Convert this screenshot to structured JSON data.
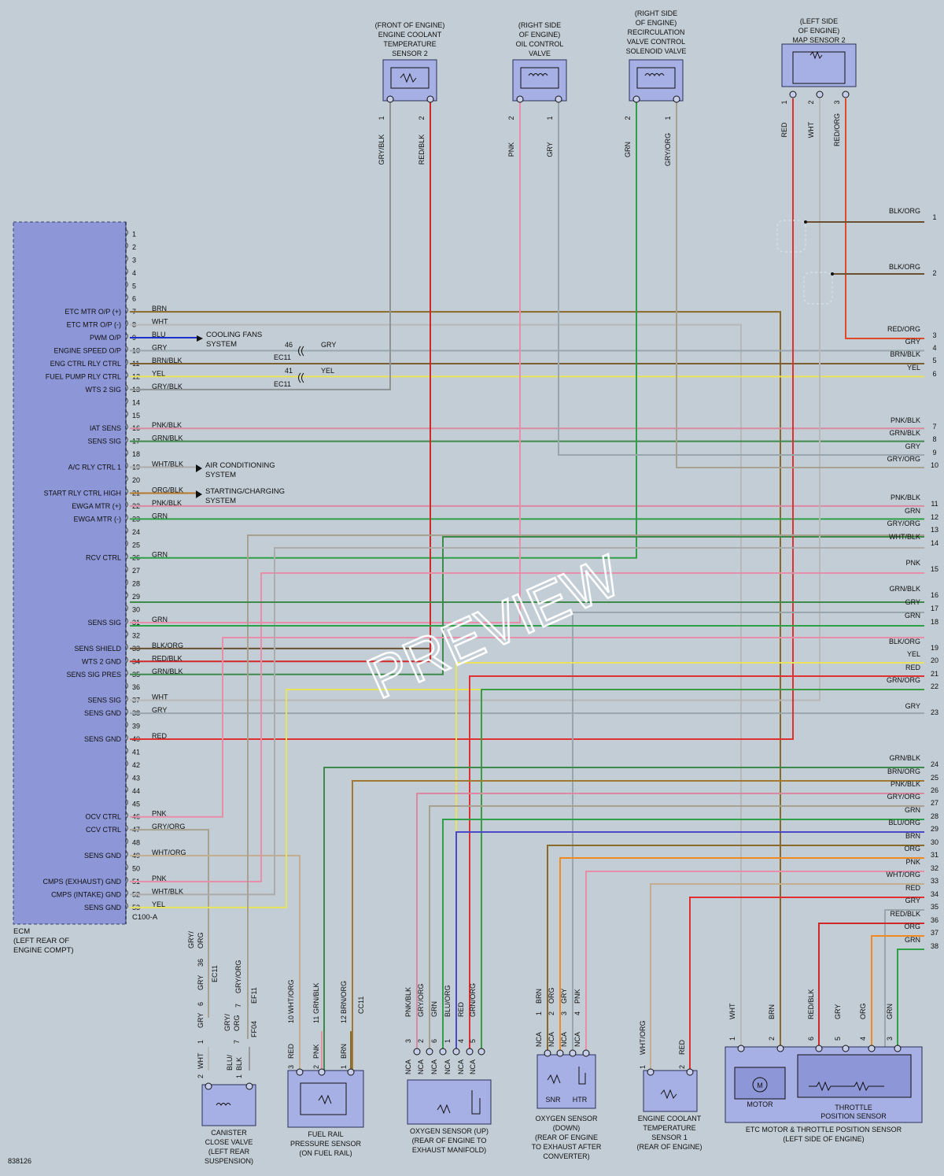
{
  "ecm": {
    "labels": [
      {
        "pin": 7,
        "name": "ETC MTR O/P (+)"
      },
      {
        "pin": 8,
        "name": "ETC MTR O/P (-)"
      },
      {
        "pin": 9,
        "name": "PWM O/P"
      },
      {
        "pin": 10,
        "name": "ENGINE SPEED O/P"
      },
      {
        "pin": 11,
        "name": "ENG CTRL RLY CTRL"
      },
      {
        "pin": 12,
        "name": "FUEL PUMP RLY CTRL"
      },
      {
        "pin": 13,
        "name": "WTS 2 SIG"
      },
      {
        "pin": 16,
        "name": "IAT SENS"
      },
      {
        "pin": 17,
        "name": "SENS SIG"
      },
      {
        "pin": 19,
        "name": "A/C RLY CTRL 1"
      },
      {
        "pin": 21,
        "name": "START RLY CTRL HIGH"
      },
      {
        "pin": 22,
        "name": "EWGA MTR (+)"
      },
      {
        "pin": 23,
        "name": "EWGA MTR (-)"
      },
      {
        "pin": 26,
        "name": "RCV CTRL"
      },
      {
        "pin": 31,
        "name": "SENS SIG"
      },
      {
        "pin": 33,
        "name": "SENS SHIELD"
      },
      {
        "pin": 34,
        "name": "WTS 2 GND"
      },
      {
        "pin": 35,
        "name": "SENS SIG PRES"
      },
      {
        "pin": 37,
        "name": "SENS SIG"
      },
      {
        "pin": 38,
        "name": "SENS GND"
      },
      {
        "pin": 40,
        "name": "SENS GND"
      },
      {
        "pin": 46,
        "name": "OCV CTRL"
      },
      {
        "pin": 47,
        "name": "CCV CTRL"
      },
      {
        "pin": 49,
        "name": "SENS GND"
      },
      {
        "pin": 51,
        "name": "CMPS (EXHAUST) GND"
      },
      {
        "pin": 52,
        "name": "CMPS (INTAKE) GND"
      },
      {
        "pin": 53,
        "name": "SENS GND"
      }
    ],
    "wires": [
      {
        "pin": 7,
        "color": "BRN"
      },
      {
        "pin": 8,
        "color": "WHT"
      },
      {
        "pin": 9,
        "color": "BLU"
      },
      {
        "pin": 10,
        "color": "GRY"
      },
      {
        "pin": 11,
        "color": "BRN/BLK"
      },
      {
        "pin": 12,
        "color": "YEL"
      },
      {
        "pin": 13,
        "color": "GRY/BLK"
      },
      {
        "pin": 16,
        "color": "PNK/BLK"
      },
      {
        "pin": 17,
        "color": "GRN/BLK"
      },
      {
        "pin": 19,
        "color": "WHT/BLK"
      },
      {
        "pin": 21,
        "color": "ORG/BLK"
      },
      {
        "pin": 22,
        "color": "PNK/BLK"
      },
      {
        "pin": 23,
        "color": "GRN"
      },
      {
        "pin": 26,
        "color": "GRN"
      },
      {
        "pin": 31,
        "color": "GRN"
      },
      {
        "pin": 33,
        "color": "BLK/ORG"
      },
      {
        "pin": 34,
        "color": "RED/BLK"
      },
      {
        "pin": 35,
        "color": "GRN/BLK"
      },
      {
        "pin": 37,
        "color": "WHT"
      },
      {
        "pin": 38,
        "color": "GRY"
      },
      {
        "pin": 40,
        "color": "RED"
      },
      {
        "pin": 46,
        "color": "PNK"
      },
      {
        "pin": 47,
        "color": "GRY/ORG"
      },
      {
        "pin": 49,
        "color": "WHT/ORG"
      },
      {
        "pin": 51,
        "color": "PNK"
      },
      {
        "pin": 52,
        "color": "WHT/BLK"
      },
      {
        "pin": 53,
        "color": "YEL"
      }
    ],
    "connector": "C100-A",
    "caption": [
      "ECM",
      "(LEFT REAR OF",
      "ENGINE COMPT)"
    ]
  },
  "systems": {
    "cooling": [
      "COOLING FANS",
      "SYSTEM"
    ],
    "ac": [
      "AIR CONDITIONING",
      "SYSTEM"
    ],
    "starting": [
      "STARTING/CHARGING",
      "SYSTEM"
    ]
  },
  "inline": {
    "ec11_a": {
      "pin": "46",
      "conn": "EC11",
      "color": "GRY"
    },
    "ec11_b": {
      "pin": "41",
      "conn": "EC11",
      "color": "YEL"
    }
  },
  "right_pins": [
    {
      "n": "1",
      "c": "BLK/ORG"
    },
    {
      "n": "2",
      "c": "BLK/ORG"
    },
    {
      "n": "3",
      "c": "RED/ORG"
    },
    {
      "n": "4",
      "c": "GRY"
    },
    {
      "n": "5",
      "c": "BRN/BLK"
    },
    {
      "n": "6",
      "c": "YEL"
    },
    {
      "n": "7",
      "c": "PNK/BLK"
    },
    {
      "n": "8",
      "c": "GRN/BLK"
    },
    {
      "n": "9",
      "c": "GRY"
    },
    {
      "n": "10",
      "c": "GRY/ORG"
    },
    {
      "n": "11",
      "c": "PNK/BLK"
    },
    {
      "n": "12",
      "c": "GRN"
    },
    {
      "n": "13",
      "c": "GRY/ORG"
    },
    {
      "n": "14",
      "c": "WHT/BLK"
    },
    {
      "n": "15",
      "c": "PNK"
    },
    {
      "n": "16",
      "c": "GRN/BLK"
    },
    {
      "n": "17",
      "c": "GRY"
    },
    {
      "n": "18",
      "c": "GRN"
    },
    {
      "n": "19",
      "c": "BLK/ORG"
    },
    {
      "n": "20",
      "c": "YEL"
    },
    {
      "n": "21",
      "c": "RED"
    },
    {
      "n": "22",
      "c": "GRN/ORG"
    },
    {
      "n": "23",
      "c": "GRY"
    },
    {
      "n": "24",
      "c": "GRN/BLK"
    },
    {
      "n": "25",
      "c": "BRN/ORG"
    },
    {
      "n": "26",
      "c": "PNK/BLK"
    },
    {
      "n": "27",
      "c": "GRY/ORG"
    },
    {
      "n": "28",
      "c": "GRN"
    },
    {
      "n": "29",
      "c": "BLU/ORG"
    },
    {
      "n": "30",
      "c": "BRN"
    },
    {
      "n": "31",
      "c": "ORG"
    },
    {
      "n": "32",
      "c": "PNK"
    },
    {
      "n": "33",
      "c": "WHT/ORG"
    },
    {
      "n": "34",
      "c": "RED"
    },
    {
      "n": "35",
      "c": "GRY"
    },
    {
      "n": "36",
      "c": "RED/BLK"
    },
    {
      "n": "37",
      "c": "ORG"
    },
    {
      "n": "38",
      "c": "GRN"
    }
  ],
  "top_components": {
    "ect2": {
      "caption": [
        "(FRONT OF ENGINE)",
        "ENGINE COOLANT",
        "TEMPERATURE",
        "SENSOR 2"
      ],
      "pins": [
        "1",
        "2"
      ],
      "wires": [
        "GRY/BLK",
        "RED/BLK"
      ]
    },
    "ocv": {
      "caption": [
        "(RIGHT SIDE",
        "OF ENGINE)",
        "OIL CONTROL",
        "VALVE"
      ],
      "pins": [
        "2",
        "1"
      ],
      "wires": [
        "PNK",
        "GRY"
      ]
    },
    "rcv": {
      "caption": [
        "(RIGHT SIDE",
        "OF ENGINE)",
        "RECIRCULATION",
        "VALVE CONTROL",
        "SOLENOID VALVE"
      ],
      "pins": [
        "2",
        "1"
      ],
      "wires": [
        "GRN",
        "GRY/ORG"
      ]
    },
    "map2": {
      "caption": [
        "(LEFT SIDE",
        "OF ENGINE)",
        "MAP SENSOR 2"
      ],
      "pins": [
        "1",
        "2",
        "3"
      ],
      "wires": [
        "RED",
        "WHT",
        "RED/ORG"
      ]
    }
  },
  "bottom_components": {
    "canister": {
      "caption": [
        "CANISTER",
        "CLOSE VALVE",
        "(LEFT REAR",
        "SUSPENSION)"
      ]
    },
    "fuelrail": {
      "caption": [
        "FUEL RAIL",
        "PRESSURE SENSOR",
        "(ON FUEL RAIL)"
      ]
    },
    "o2up": {
      "caption": [
        "OXYGEN SENSOR (UP)",
        "(REAR OF ENGINE TO",
        "EXHAUST MANIFOLD)"
      ]
    },
    "o2down": {
      "caption": [
        "OXYGEN SENSOR",
        "(DOWN)",
        "(REAR OF ENGINE",
        "TO EXHAUST AFTER",
        "CONVERTER)"
      ],
      "snr": "SNR",
      "htr": "HTR"
    },
    "ect1": {
      "caption": [
        "ENGINE COOLANT",
        "TEMPERATURE",
        "SENSOR 1",
        "(REAR OF ENGINE)"
      ]
    },
    "etc": {
      "caption": [
        "ETC MOTOR & THROTTLE POSITION SENSOR",
        "(LEFT SIDE OF ENGINE)"
      ],
      "motor": "MOTOR",
      "motor_symbol": "M",
      "tps": [
        "THROTTLE",
        "POSITION SENSOR"
      ]
    }
  },
  "bottom_labels": {
    "canister": {
      "w1": {
        "color": "GRY/",
        "color2": "ORG",
        "pin": "36",
        "conn": "EC11"
      },
      "w2": {
        "color": "GRY/ORG",
        "pin": "7",
        "conn": "EF11"
      },
      "a": {
        "color": "GRY",
        "pin": "6"
      },
      "b": {
        "color": "GRY/",
        "color2": "ORG",
        "pin": "7",
        "conn": "FF04"
      },
      "c": {
        "color": "GRY",
        "pin": "1"
      },
      "d": {
        "color": "BLU/",
        "color2": "BLK",
        "pin": "1"
      },
      "e": {
        "color": "WHT",
        "pin": "2"
      }
    },
    "fuelrail": {
      "top": [
        {
          "c": "WHT/ORG",
          "n": "10"
        },
        {
          "c": "GRN/BLK",
          "n": "11"
        },
        {
          "c": "BRN/ORG",
          "n": "12",
          "conn": "CC11"
        }
      ],
      "bot": [
        {
          "c": "RED",
          "n": "3"
        },
        {
          "c": "PNK",
          "n": "2"
        },
        {
          "c": "BRN",
          "n": "1"
        }
      ]
    },
    "o2up": [
      {
        "c": "PNK/BLK",
        "n": "3"
      },
      {
        "c": "GRY/ORG",
        "n": "2"
      },
      {
        "c": "GRN",
        "n": "6"
      },
      {
        "c": "BLU/ORG",
        "n": "1"
      },
      {
        "c": "RED",
        "n": "4"
      },
      {
        "c": "GRN/ORG",
        "n": "5"
      }
    ],
    "o2down": [
      {
        "c": "BRN",
        "n": "1"
      },
      {
        "c": "ORG",
        "n": "2"
      },
      {
        "c": "GRY",
        "n": "3"
      },
      {
        "c": "PNK",
        "n": "4"
      }
    ],
    "ect1": [
      {
        "c": "WHT/ORG",
        "n": "1"
      },
      {
        "c": "RED",
        "n": "2"
      }
    ],
    "etc": [
      {
        "c": "WHT",
        "n": "1"
      },
      {
        "c": "BRN",
        "n": "2"
      },
      {
        "c": "RED/BLK",
        "n": "6"
      },
      {
        "c": "GRY",
        "n": "5"
      },
      {
        "c": "ORG",
        "n": "4"
      },
      {
        "c": "GRN",
        "n": "3"
      }
    ],
    "nca": "NCA"
  },
  "diagram_number": "838126",
  "watermark": "PREVIEW",
  "colors": {
    "BRN": "#8a6a2a",
    "WHT": "#b8b8b8",
    "BLU": "#1a2fd0",
    "GRY": "#9aa6ae",
    "BRN/BLK": "#7a5f30",
    "YEL": "#e8e35a",
    "GRY/BLK": "#8e9496",
    "PNK": "#e88ea8",
    "PNK/BLK": "#d98aa0",
    "GRN": "#2ea048",
    "GRN/BLK": "#3e8a4a",
    "WHT/BLK": "#acacac",
    "ORG/BLK": "#b8782c",
    "BLK/ORG": "#6a5030",
    "RED/BLK": "#d02828",
    "RED": "#e03030",
    "GRY/ORG": "#a8a090",
    "WHT/ORG": "#c4ae90",
    "RED/ORG": "#e04a2a",
    "GRN/ORG": "#3c9c44",
    "BRN/ORG": "#a07a30",
    "BLU/ORG": "#4a4ac8",
    "ORG": "#f08a20",
    "ecm_fill": "#8d96d6",
    "comp_fill": "#a7b0e4"
  }
}
